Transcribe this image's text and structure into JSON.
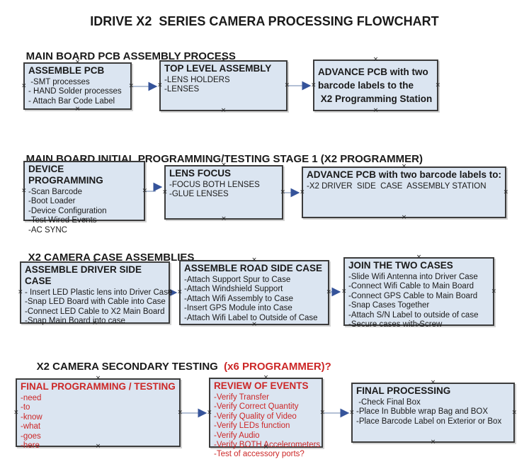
{
  "title": "IDRIVE X2  SERIES CAMERA PROCESSING FLOWCHART",
  "colors": {
    "box_fill": "#dbe5f1",
    "box_border": "#3c3c3c",
    "arrow_line": "#9aabc7",
    "arrow_head": "#35539a",
    "red_text": "#cc2727",
    "text_color": "#1a1a1a"
  },
  "markers": {
    "glyph": "×"
  },
  "sections": [
    {
      "heading": "MAIN BOARD PCB ASSEMBLY PROCESS",
      "heading_suffix": "",
      "boxes": [
        {
          "id": "a1",
          "title": "ASSEMBLE PCB",
          "items": [
            " -SMT processes",
            "- HAND Solder processes",
            "- Attach Bar Code Label"
          ]
        },
        {
          "id": "a2",
          "title": "TOP LEVEL ASSEMBLY",
          "items": [
            "-LENS HOLDERS",
            "-LENSES"
          ]
        },
        {
          "id": "a3",
          "title": "ADVANCE PCB with two\nbarcode labels to the\n X2 Programming Station",
          "items": []
        }
      ]
    },
    {
      "heading": "MAIN BOARD INITIAL PROGRAMMING/TESTING STAGE 1 (X2 PROGRAMMER)",
      "heading_suffix": "",
      "boxes": [
        {
          "id": "b1",
          "title": "DEVICE PROGRAMMING",
          "items": [
            "-Scan Barcode",
            "-Boot Loader",
            "-Device Configuration",
            "-Test Wired Events",
            "-AC SYNC"
          ]
        },
        {
          "id": "b2",
          "title": "LENS FOCUS",
          "items": [
            "-FOCUS BOTH LENSES",
            "-GLUE LENSES"
          ]
        },
        {
          "id": "b3",
          "title": "ADVANCE PCB with two barcode labels to:",
          "items": [
            "-X2 DRIVER  SIDE  CASE  ASSEMBLY STATION"
          ]
        }
      ]
    },
    {
      "heading": "X2 CAMERA CASE ASSEMBLIES",
      "heading_suffix": "",
      "boxes": [
        {
          "id": "c1",
          "title": "ASSEMBLE DRIVER SIDE CASE",
          "items": [
            "- Insert LED Plastic lens into Driver Case",
            "-Snap LED Board with Cable into Case",
            "-Connect LED Cable to X2 Main Board",
            "-Snap Main Board into case"
          ]
        },
        {
          "id": "c2",
          "title": "ASSEMBLE ROAD SIDE CASE",
          "items": [
            "-Attach Support Spur to Case",
            "-Attach Windshield Support",
            "-Attach Wifi Assembly to Case",
            "-Insert GPS Module into Case",
            "-Attach Wifi Label to Outside of Case"
          ]
        },
        {
          "id": "c3",
          "title": "JOIN THE TWO CASES",
          "items": [
            "-Slide Wifi Antenna into Driver Case",
            "-Connect Wifi Cable to Main Board",
            "-Connect GPS Cable to Main Board",
            "-Snap Cases Together",
            "-Attach S/N Label to outside of case",
            "-Secure cases with Screw"
          ]
        }
      ]
    },
    {
      "heading": "X2 CAMERA SECONDARY TESTING  ",
      "heading_suffix": "(x6 PROGRAMMER)?",
      "boxes": [
        {
          "id": "d1",
          "title": "FINAL PROGRAMMING / TESTING",
          "items": [
            "-need",
            "-to",
            "-know",
            "-what",
            "-goes",
            "-here"
          ]
        },
        {
          "id": "d2",
          "title": "REVIEW OF EVENTS",
          "items": [
            "-Verify Transfer",
            "-Verify Correct Quantity",
            "-Verify Quality of Video",
            "-Verify LEDs function",
            "-Verify Audio",
            "-Verify BOTH Accelerometers",
            "-Test of accessory ports?"
          ]
        },
        {
          "id": "d3",
          "title": "FINAL PROCESSING",
          "items": [
            " -Check Final Box",
            "-Place In Bubble wrap Bag and BOX",
            "-Place Barcode Label on Exterior or Box"
          ]
        }
      ]
    }
  ],
  "edges": [
    {
      "from": "a1",
      "to": "a2"
    },
    {
      "from": "a2",
      "to": "a3"
    },
    {
      "from": "b1",
      "to": "b2"
    },
    {
      "from": "b2",
      "to": "b3"
    },
    {
      "from": "c1",
      "to": "c2"
    },
    {
      "from": "c2",
      "to": "c3"
    },
    {
      "from": "d1",
      "to": "d2"
    },
    {
      "from": "d2",
      "to": "d3"
    }
  ]
}
